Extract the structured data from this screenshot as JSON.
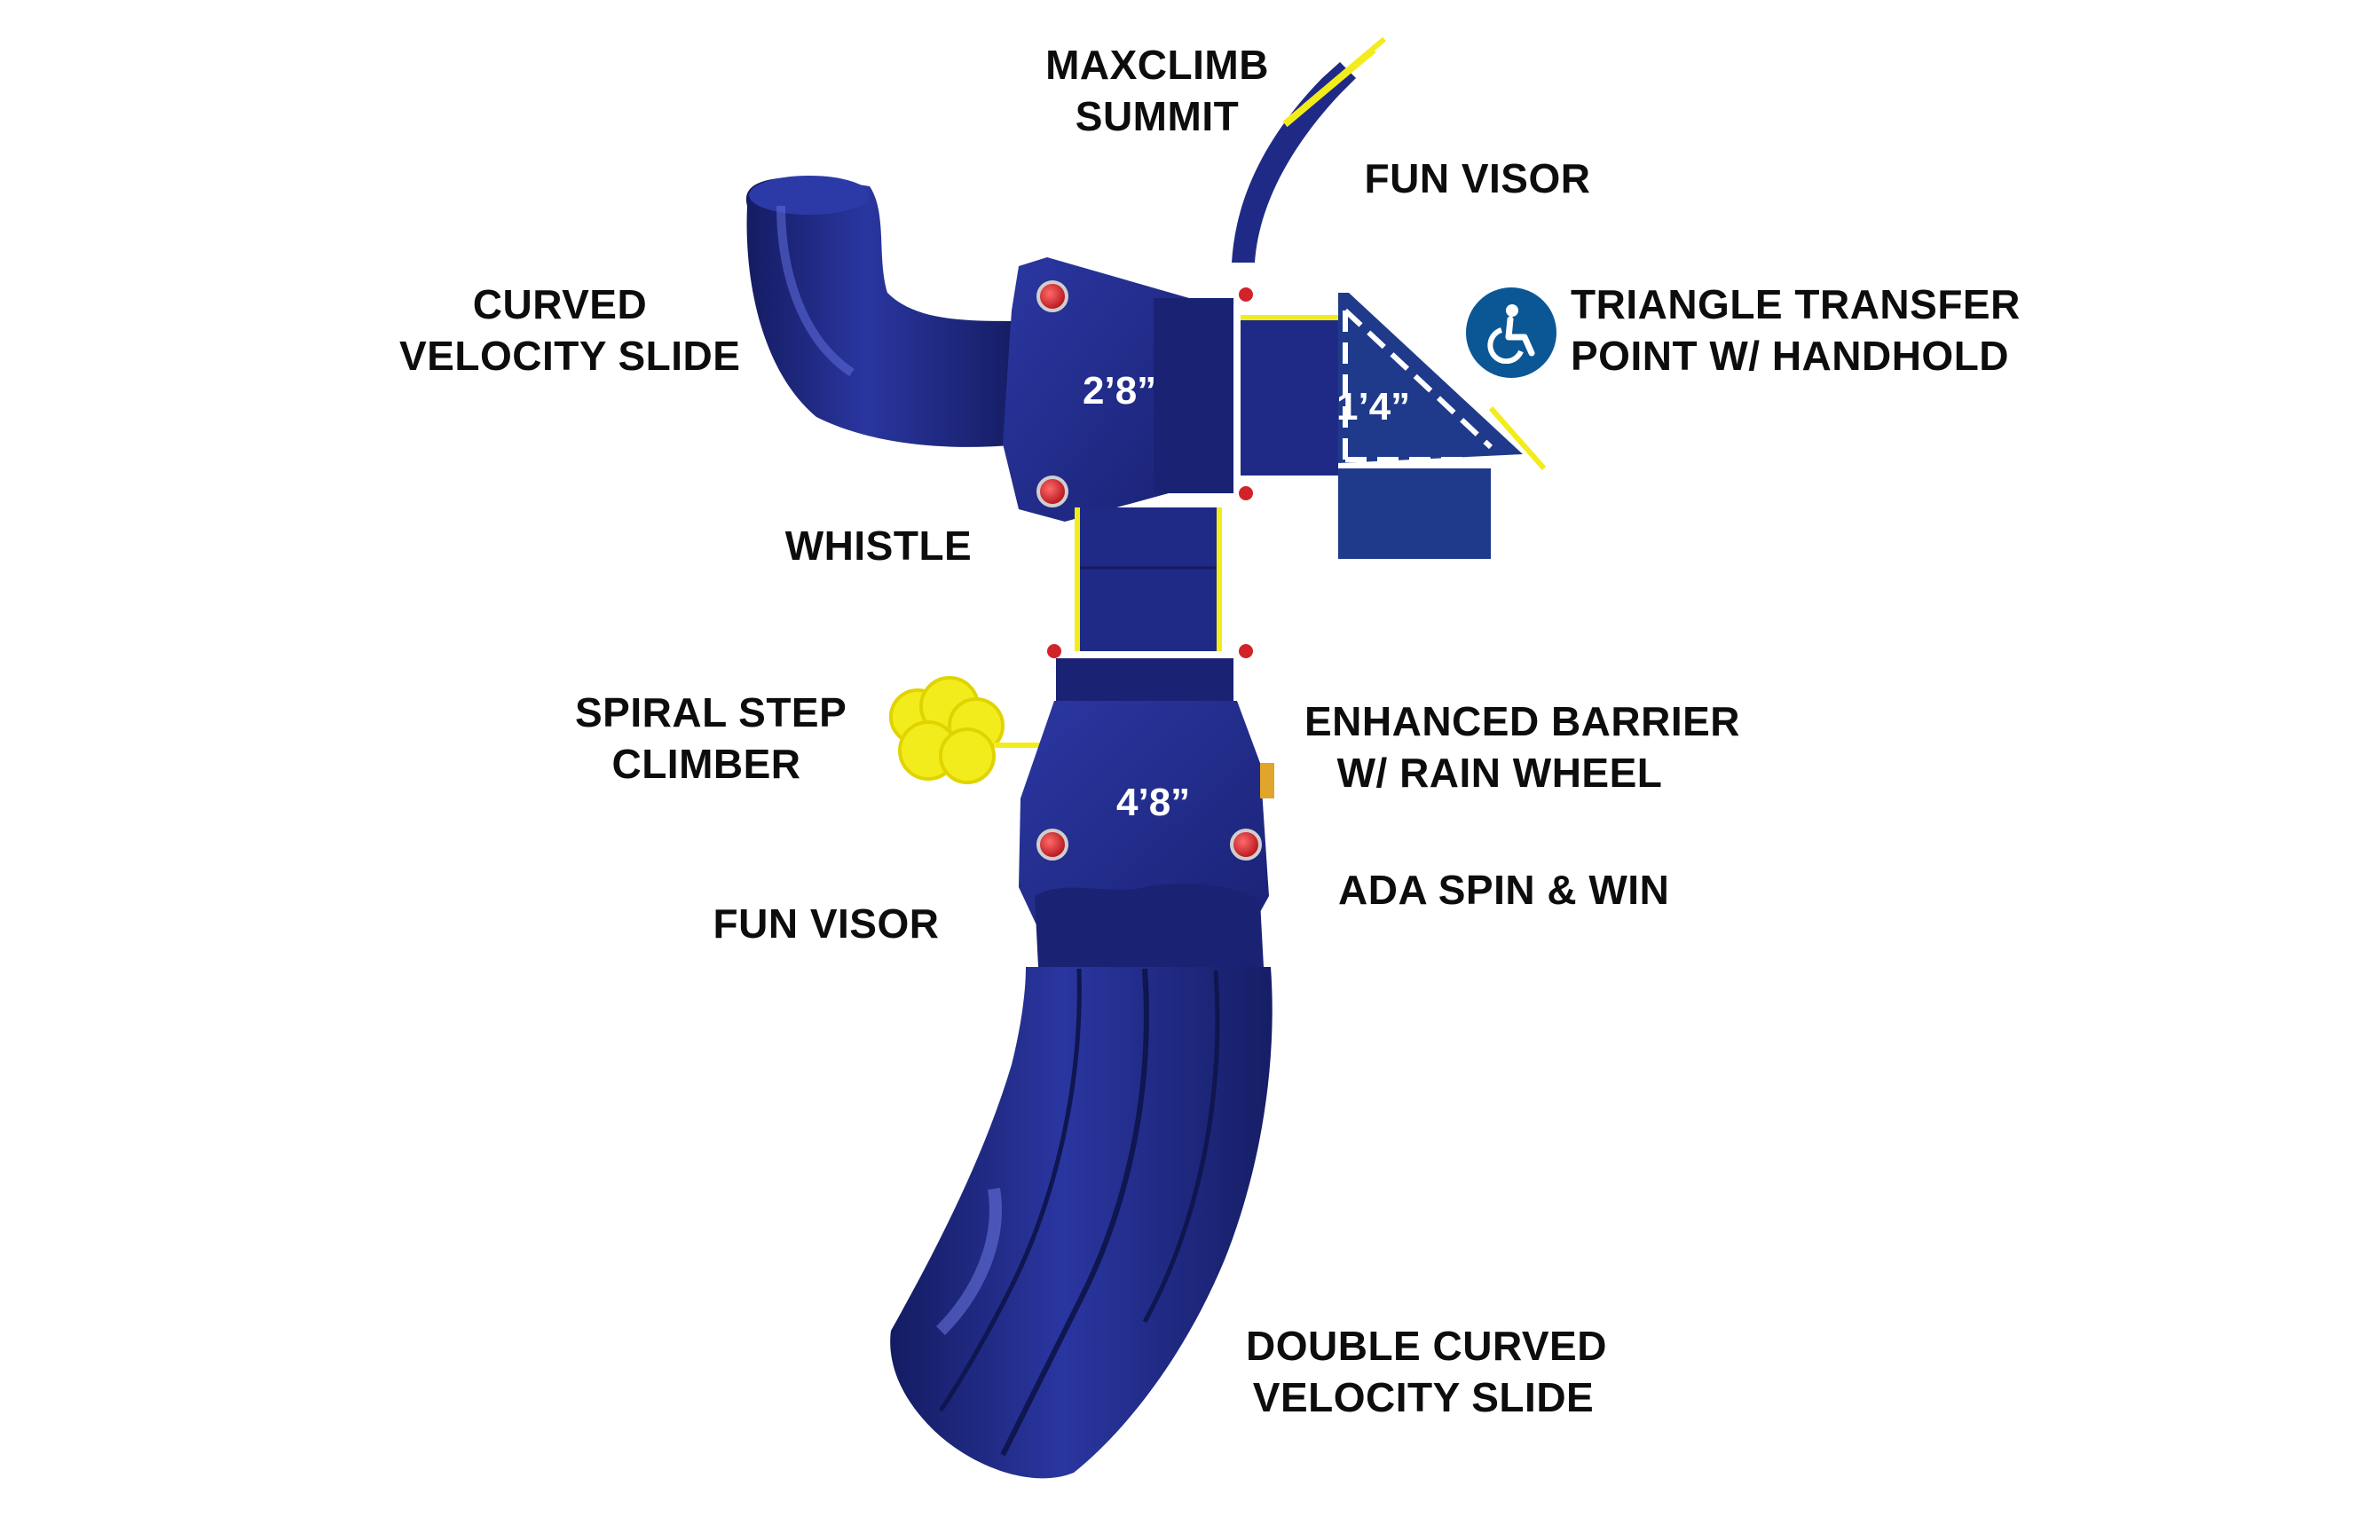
{
  "labels": {
    "maxclimb": [
      "MAXCLIMB",
      "SUMMIT"
    ],
    "fun_visor_top": [
      "FUN VISOR"
    ],
    "curved_slide": [
      "CURVED",
      "VELOCITY SLIDE"
    ],
    "triangle_transfer": [
      "TRIANGLE TRANSFER",
      "POINT W/ HANDHOLD"
    ],
    "whistle": [
      "WHISTLE"
    ],
    "spiral_step": [
      "SPIRAL STEP",
      "CLIMBER"
    ],
    "enhanced_barrier": [
      "ENHANCED BARRIER",
      "W/ RAIN WHEEL"
    ],
    "ada_spin": [
      "ADA SPIN & WIN"
    ],
    "fun_visor_bottom": [
      "FUN VISOR"
    ],
    "double_slide": [
      "DOUBLE CURVED",
      "VELOCITY SLIDE"
    ]
  },
  "dimensions": {
    "upper_deck": "2’8”",
    "transfer": "1’4”",
    "lower_deck": "4’8”"
  },
  "icons": {
    "accessibility": "wheelchair-icon",
    "post_caps": "post-cap-icon"
  },
  "colors": {
    "structure": "#1f2a86",
    "structure_dark": "#141c5e",
    "accent_yellow": "#f3ec1c",
    "post_cap": "#d2232a",
    "ada_badge": "#0b5796",
    "text": "#0d0d0d"
  }
}
